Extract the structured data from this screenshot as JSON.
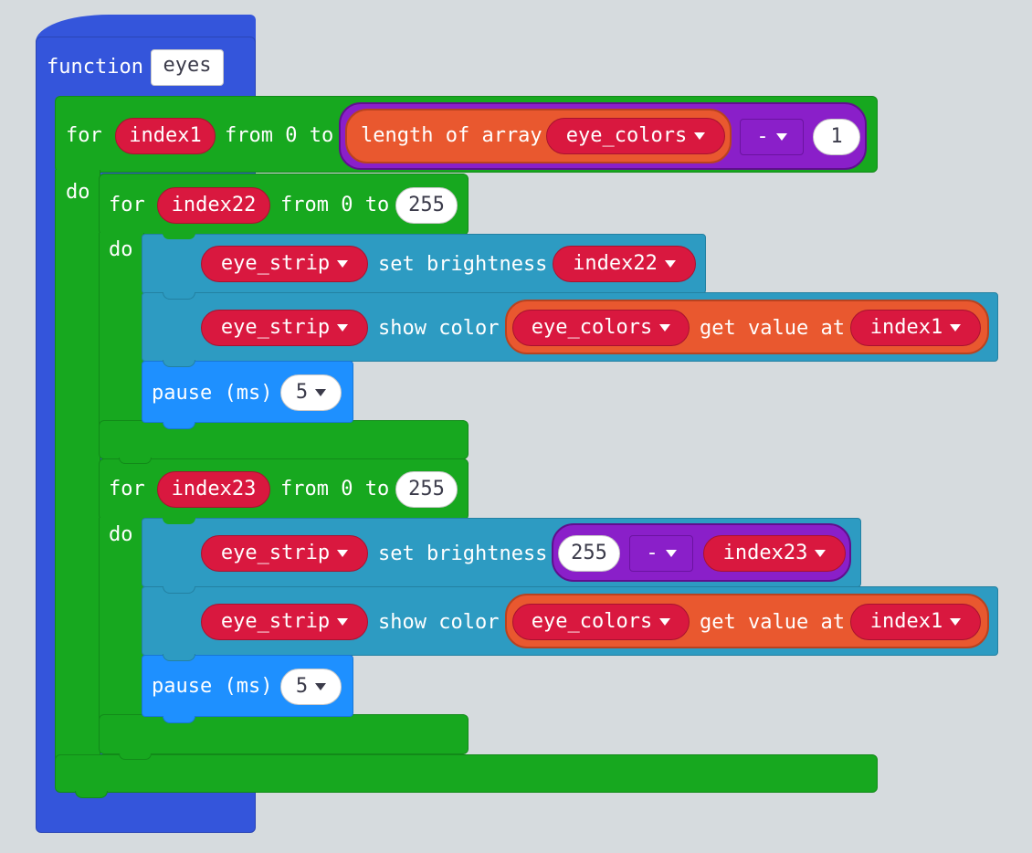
{
  "function": {
    "keyword": "function",
    "name": "eyes"
  },
  "outer_loop": {
    "for_label": "for",
    "var": "index1",
    "from_label": "from 0 to",
    "length_label": "length of array",
    "array_var": "eye_colors",
    "op": "-",
    "operand": "1",
    "do_label": "do"
  },
  "loop1": {
    "for_label": "for",
    "var": "index22",
    "from_label": "from 0 to",
    "to_value": "255",
    "do_label": "do",
    "set_strip": "eye_strip",
    "set_label": "set brightness",
    "set_value": "index22",
    "show_strip": "eye_strip",
    "show_label": "show color",
    "show_array": "eye_colors",
    "get_label": "get value at",
    "get_index": "index1",
    "pause_label": "pause (ms)",
    "pause_value": "5"
  },
  "loop2": {
    "for_label": "for",
    "var": "index23",
    "from_label": "from 0 to",
    "to_value": "255",
    "do_label": "do",
    "set_strip": "eye_strip",
    "set_label": "set brightness",
    "set_num": "255",
    "set_op": "-",
    "set_var": "index23",
    "show_strip": "eye_strip",
    "show_label": "show color",
    "show_array": "eye_colors",
    "get_label": "get value at",
    "get_index": "index1",
    "pause_label": "pause (ms)",
    "pause_value": "5"
  },
  "colors": {
    "function": "#3455db",
    "loop": "#17a81f",
    "neopixel": "#2d9bc2",
    "basic": "#1e90ff",
    "variable": "#d9183f",
    "array": "#e9582f",
    "math": "#8a1fc9",
    "workspace": "#ecf0f1"
  },
  "icons": {
    "dropdown": "caret-down-icon"
  }
}
